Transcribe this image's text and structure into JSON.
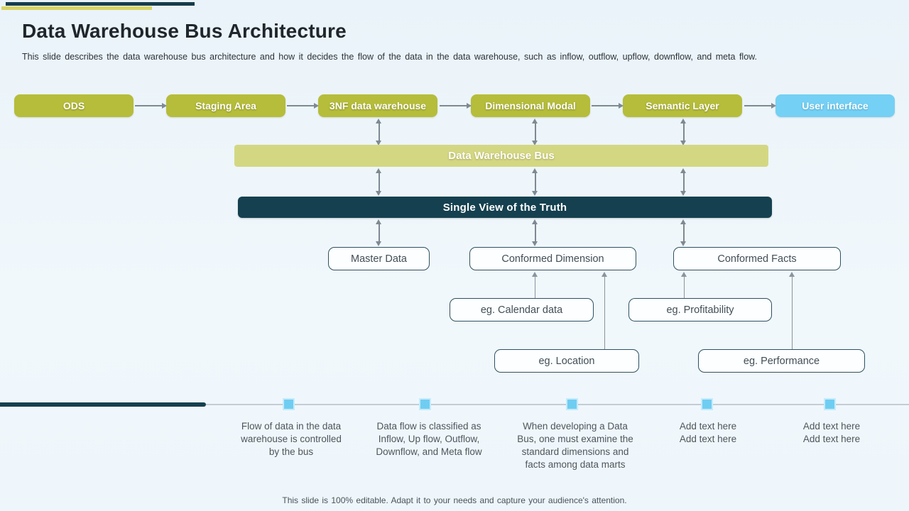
{
  "header": {
    "title": "Data Warehouse Bus Architecture",
    "subtitle": "This slide describes the data warehouse bus architecture and how it decides the flow of the data in the data warehouse,  such as inflow,  outflow,  upflow,  downflow,  and meta flow."
  },
  "pipeline": {
    "items": [
      "ODS",
      "Staging Area",
      "3NF data warehouse",
      "Dimensional Modal",
      "Semantic Layer",
      "User interface"
    ]
  },
  "bus": {
    "label": "Data Warehouse Bus"
  },
  "single_view": {
    "label": "Single View of the Truth"
  },
  "conformed": {
    "items": [
      "Master Data",
      "Conformed Dimension",
      "Conformed Facts"
    ]
  },
  "examples": {
    "items": [
      "eg. Calendar data",
      "eg. Profitability",
      "eg. Location",
      "eg. Performance"
    ]
  },
  "notes": {
    "items": [
      "Flow of data in the data\nwarehouse is controlled\nby the bus",
      "Data flow is classified as\nInflow, Up flow, Outflow,\nDownflow, and Meta flow",
      "When developing a Data\nBus, one must examine the\nstandard dimensions and\nfacts among data marts",
      "Add text here\nAdd text here",
      "Add text here\nAdd text here"
    ]
  },
  "footer": {
    "text": "This slide is 100% editable. Adapt it to your needs and capture your audience's attention."
  },
  "colors": {
    "olive_box": "#b6bd3a",
    "bus_green": "#d4d782",
    "dark_teal": "#15404f",
    "sky_blue": "#74d0f4",
    "marker_blue": "#6fcdf2",
    "arrow_gray": "#7e8992",
    "background": "#eef6fb"
  }
}
